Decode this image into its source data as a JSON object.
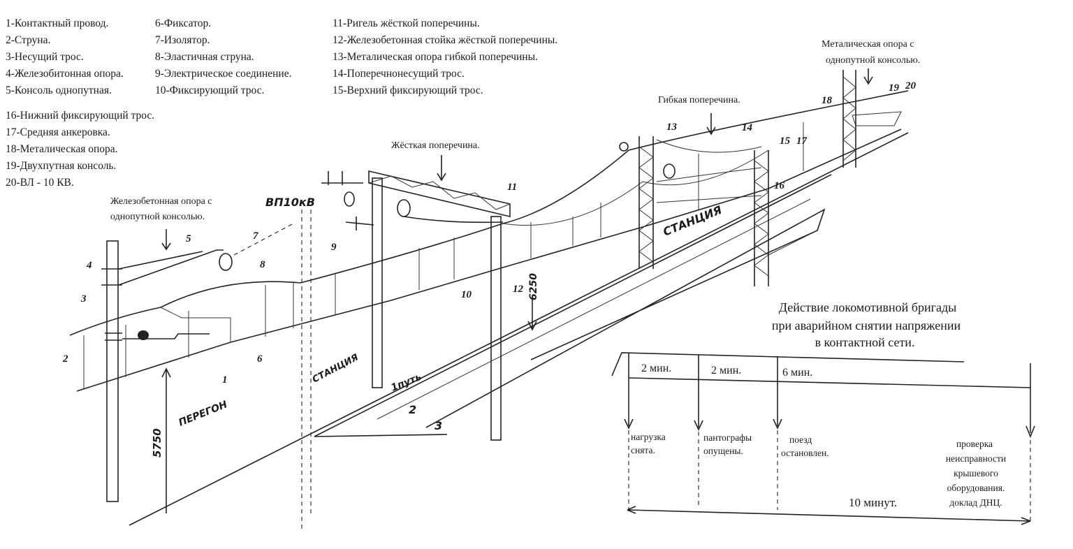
{
  "legend": {
    "col1": [
      "1-Контактный провод.",
      "2-Струна.",
      "3-Несущий трос.",
      "4-Железобитонная опора.",
      "5-Консоль однопутная."
    ],
    "col2": [
      "6-Фиксатор.",
      "7-Изолятор.",
      "8-Эластичная струна.",
      "9-Электрическое соединение.",
      "10-Фиксирующий трос."
    ],
    "col3": [
      "11-Ригель жёсткой поперечины.",
      "12-Железобетонная стойка жёсткой поперечины.",
      "13-Металическая опора гибкой поперечины.",
      "14-Поперечнонесущий трос.",
      "15-Верхний фиксирующий трос."
    ],
    "col4": [
      "16-Нижний фиксирующий трос.",
      "17-Средняя анкеровка.",
      "18-Металическая опора.",
      "19-Двухпутная консоль.",
      "20-ВЛ - 10 КВ."
    ]
  },
  "drawing": {
    "caption_concrete_pole_1": "Железобетонная опора с",
    "caption_concrete_pole_2": "однопутной консолью.",
    "caption_rigid": "Жёсткая поперечина.",
    "caption_flexible": "Гибкая поперечина.",
    "caption_metal_pole_1": "Металическая опора с",
    "caption_metal_pole_2": "однопутной консолью.",
    "vl_label": "ВП10кВ",
    "station_1": "СТАНЦИЯ",
    "station_2": "СТАНЦИЯ",
    "haul": "ПЕРЕГОН",
    "track1": "1путь",
    "height_1": "5750",
    "height_2": "6250",
    "track_2": "2",
    "track_3": "3",
    "numbers": [
      "1",
      "2",
      "3",
      "4",
      "5",
      "6",
      "7",
      "8",
      "9",
      "10",
      "11",
      "12",
      "13",
      "14",
      "15",
      "16",
      "17",
      "18",
      "19",
      "20"
    ]
  },
  "timeline": {
    "title_1": "Действие локомотивной бригады",
    "title_2": "при аварийном снятии напряжении",
    "title_3": "в контактной сети.",
    "intervals": [
      "2 мин.",
      "2 мин.",
      "6 мин."
    ],
    "events": [
      [
        "нагрузка",
        "снята."
      ],
      [
        "пантографы",
        "опущены."
      ],
      [
        "поезд",
        "остановлен."
      ],
      [
        "проверка",
        "неисправности",
        "крышевого",
        "оборудования.",
        "доклад ДНЦ."
      ]
    ],
    "total": "10 минут."
  }
}
